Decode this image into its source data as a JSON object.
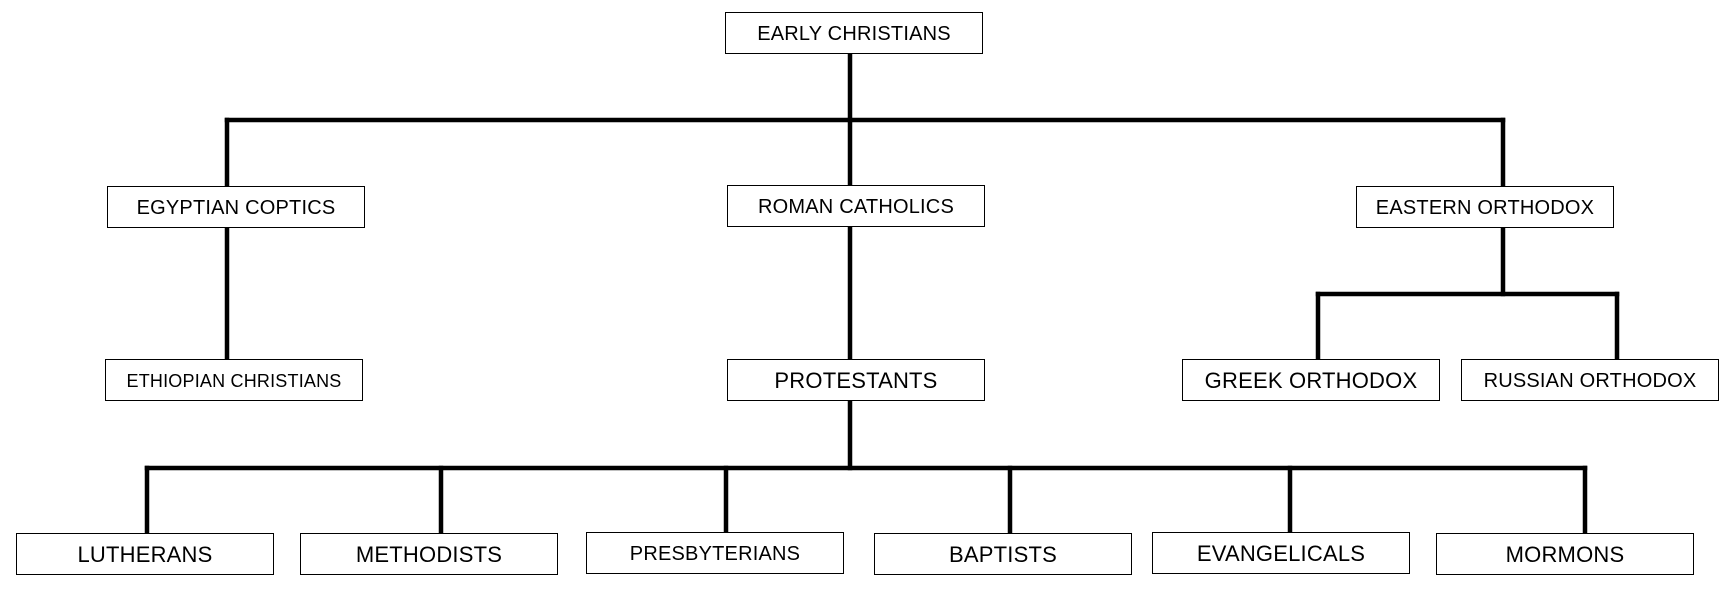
{
  "diagram": {
    "nodes": {
      "early_christians": "EARLY CHRISTIANS",
      "egyptian_coptics": "EGYPTIAN COPTICS",
      "roman_catholics": "ROMAN CATHOLICS",
      "eastern_orthodox": "EASTERN ORTHODOX",
      "ethiopian_christians": "ETHIOPIAN CHRISTIANS",
      "protestants": "PROTESTANTS",
      "greek_orthodox": "GREEK ORTHODOX",
      "russian_orthodox": "RUSSIAN ORTHODOX",
      "lutherans": "LUTHERANS",
      "methodists": "METHODISTS",
      "presbyterians": "PRESBYTERIANS",
      "baptists": "BAPTISTS",
      "evangelicals": "EVANGELICALS",
      "mormons": "MORMONS"
    },
    "edges": [
      [
        "early_christians",
        "egyptian_coptics"
      ],
      [
        "early_christians",
        "roman_catholics"
      ],
      [
        "early_christians",
        "eastern_orthodox"
      ],
      [
        "egyptian_coptics",
        "ethiopian_christians"
      ],
      [
        "roman_catholics",
        "protestants"
      ],
      [
        "eastern_orthodox",
        "greek_orthodox"
      ],
      [
        "eastern_orthodox",
        "russian_orthodox"
      ],
      [
        "protestants",
        "lutherans"
      ],
      [
        "protestants",
        "methodists"
      ],
      [
        "protestants",
        "presbyterians"
      ],
      [
        "protestants",
        "baptists"
      ],
      [
        "protestants",
        "evangelicals"
      ],
      [
        "protestants",
        "mormons"
      ]
    ],
    "colors": {
      "line": "#000000",
      "box_border": "#000000",
      "box_fill": "#ffffff",
      "text": "#000000"
    }
  }
}
